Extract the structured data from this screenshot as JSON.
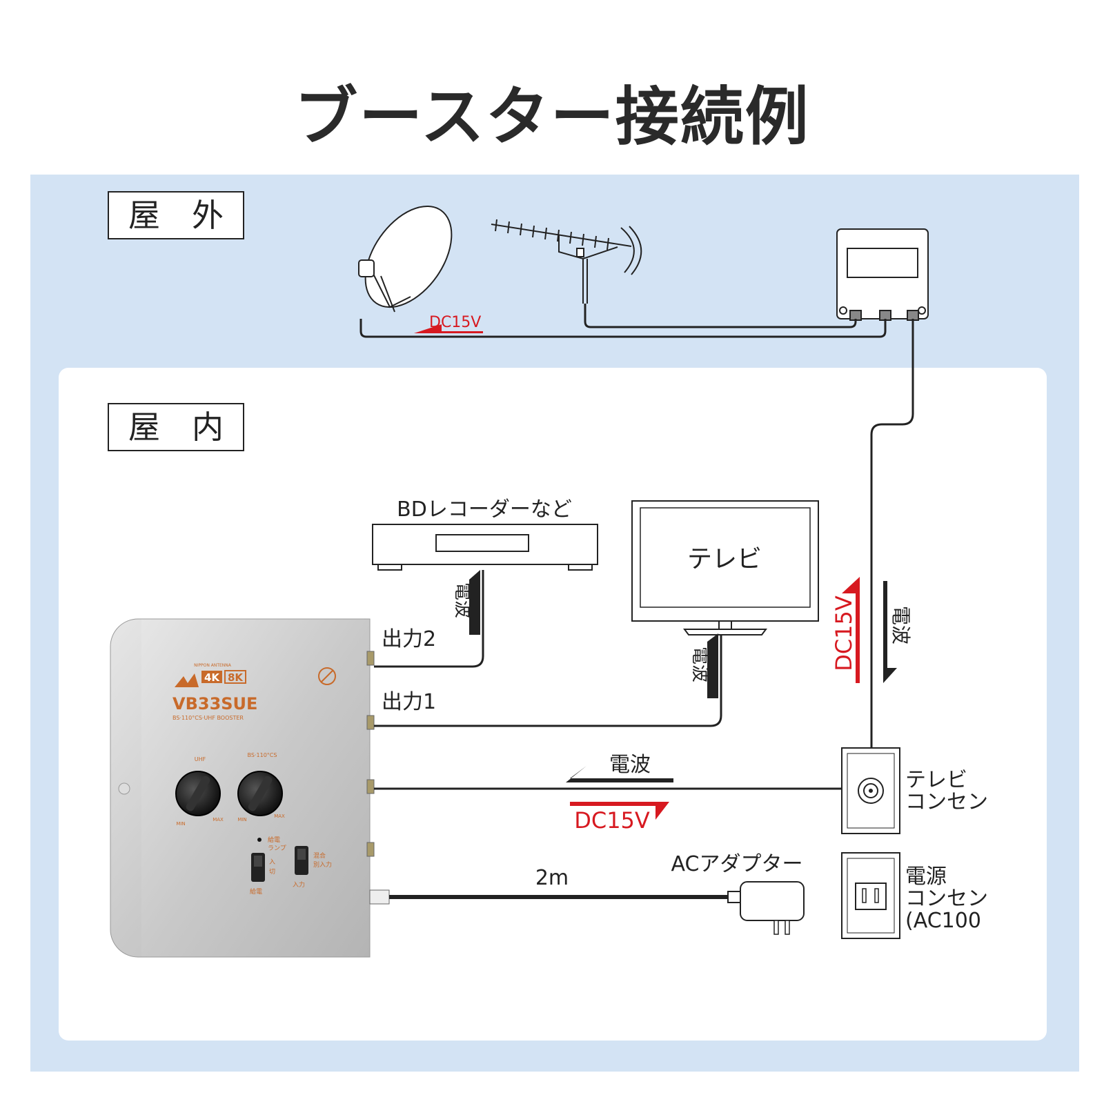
{
  "title": "ブースター接続例",
  "zones": {
    "outdoor": "屋　外",
    "indoor": "屋　内"
  },
  "outdoor": {
    "dc_label": "DC15V"
  },
  "devices": {
    "bd_recorder": "BDレコーダーなど",
    "tv": "テレビ",
    "tv_outlet_line1": "テレビ",
    "tv_outlet_line2": "コンセン",
    "power_outlet_line1": "電源",
    "power_outlet_line2": "コンセン",
    "power_outlet_line3": "(AC100",
    "ac_adapter": "ACアダプター"
  },
  "booster": {
    "brand": "NIPPON ANTENNA",
    "badge_4k": "4K",
    "badge_8k": "8K",
    "model": "VB33SUE",
    "subtitle": "BS·110°CS·UHF BOOSTER",
    "knob_uhf": "UHF",
    "knob_bs": "BS·110°CS",
    "min": "MIN",
    "max": "MAX",
    "lamp_line1": "給電",
    "lamp_line2": "ランプ",
    "switch_on": "入",
    "switch_off": "切",
    "switch_power": "給電",
    "switch_mix": "混合",
    "switch_separate": "別入力",
    "switch_input": "入力"
  },
  "connections": {
    "output2": "出力2",
    "output1": "出力1",
    "signal": "電波",
    "dc15v": "DC15V",
    "cable_length": "2m"
  },
  "colors": {
    "band_bg": "#d3e3f4",
    "accent_red": "#d71920",
    "booster_orange": "#c86a2a",
    "line": "#222222"
  }
}
